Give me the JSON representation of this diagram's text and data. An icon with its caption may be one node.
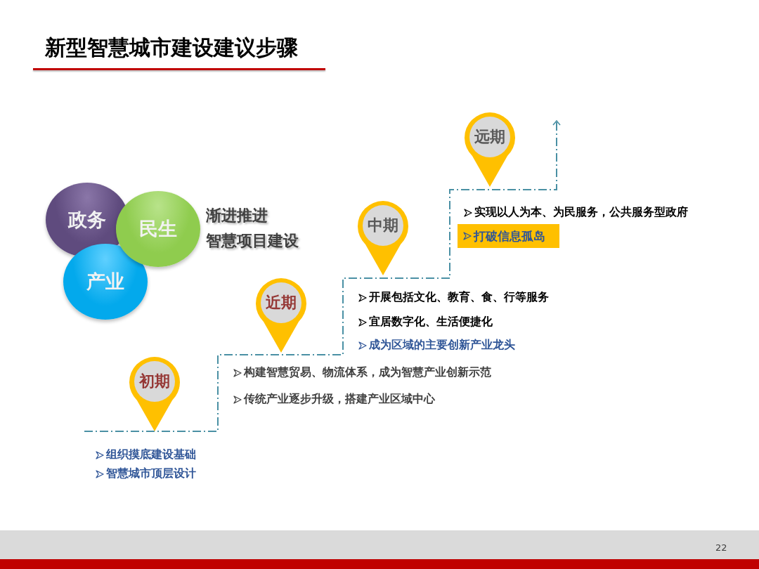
{
  "diagram": {
    "title": "新型智慧城市建设建议步骤",
    "nodes": [
      {
        "text": [
          "政务"
        ]
      },
      {
        "text": [
          "民生"
        ]
      },
      {
        "text": [
          "产业"
        ]
      },
      {
        "text": [
          "初期"
        ]
      },
      {
        "text": [
          "近期"
        ]
      },
      {
        "text": [
          "中期"
        ]
      },
      {
        "text": [
          "远期"
        ]
      },
      {
        "text": [
          "打破信息孤岛"
        ]
      }
    ],
    "edges": [],
    "labels": [
      "渐进推进",
      "智慧项目建设",
      "实现以人为本、为民服务，公共服务型政府",
      "开展包括文化、教育、食、行等服务",
      "宜居数字化、生活便捷化",
      "成为区域的主要创新产业龙头",
      "构建智慧贸易、物流体系，成为智慧产业创新示范",
      "传统产业逐步升级，搭建产业区域中心",
      "组织摸底建设基础",
      "智慧城市顶层设计",
      "22"
    ]
  }
}
